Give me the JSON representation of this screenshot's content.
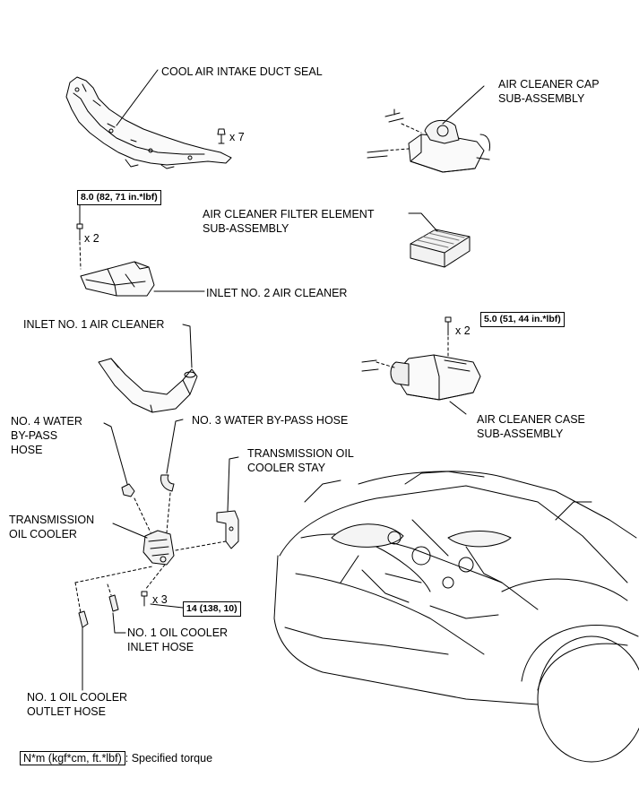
{
  "parts": {
    "cool_air_intake_duct_seal": "COOL AIR INTAKE DUCT SEAL",
    "air_cleaner_cap_line1": "AIR CLEANER CAP",
    "air_cleaner_cap_line2": "SUB-ASSEMBLY",
    "filter_element_line1": "AIR CLEANER FILTER ELEMENT",
    "filter_element_line2": "SUB-ASSEMBLY",
    "inlet_no2": "INLET NO. 2 AIR CLEANER",
    "inlet_no1": "INLET NO. 1 AIR CLEANER",
    "air_cleaner_case_line1": "AIR CLEANER CASE",
    "air_cleaner_case_line2": "SUB-ASSEMBLY",
    "no4_hose_line1": "NO. 4 WATER",
    "no4_hose_line2": "BY-PASS",
    "no4_hose_line3": "HOSE",
    "no3_hose": "NO. 3 WATER BY-PASS HOSE",
    "stay_line1": "TRANSMISSION OIL",
    "stay_line2": "COOLER STAY",
    "cooler_line1": "TRANSMISSION",
    "cooler_line2": "OIL COOLER",
    "inlet_hose_line1": "NO. 1 OIL COOLER",
    "inlet_hose_line2": "INLET HOSE",
    "outlet_hose_line1": "NO. 1 OIL COOLER",
    "outlet_hose_line2": "OUTLET HOSE"
  },
  "torques": {
    "inlet_no2_bolt": "8.0 (82, 71 in.*lbf)",
    "case_bolt": "5.0 (51, 44 in.*lbf)",
    "cooler_bolt": "14 (138, 10)"
  },
  "quantities": {
    "clip": "x 7",
    "inlet_no2_bolt": "x 2",
    "case_bolt": "x 2",
    "cooler_bolt": "x 3"
  },
  "legend": {
    "unit_box": "N*m (kgf*cm, ft.*lbf)",
    "description": ": Specified torque"
  }
}
